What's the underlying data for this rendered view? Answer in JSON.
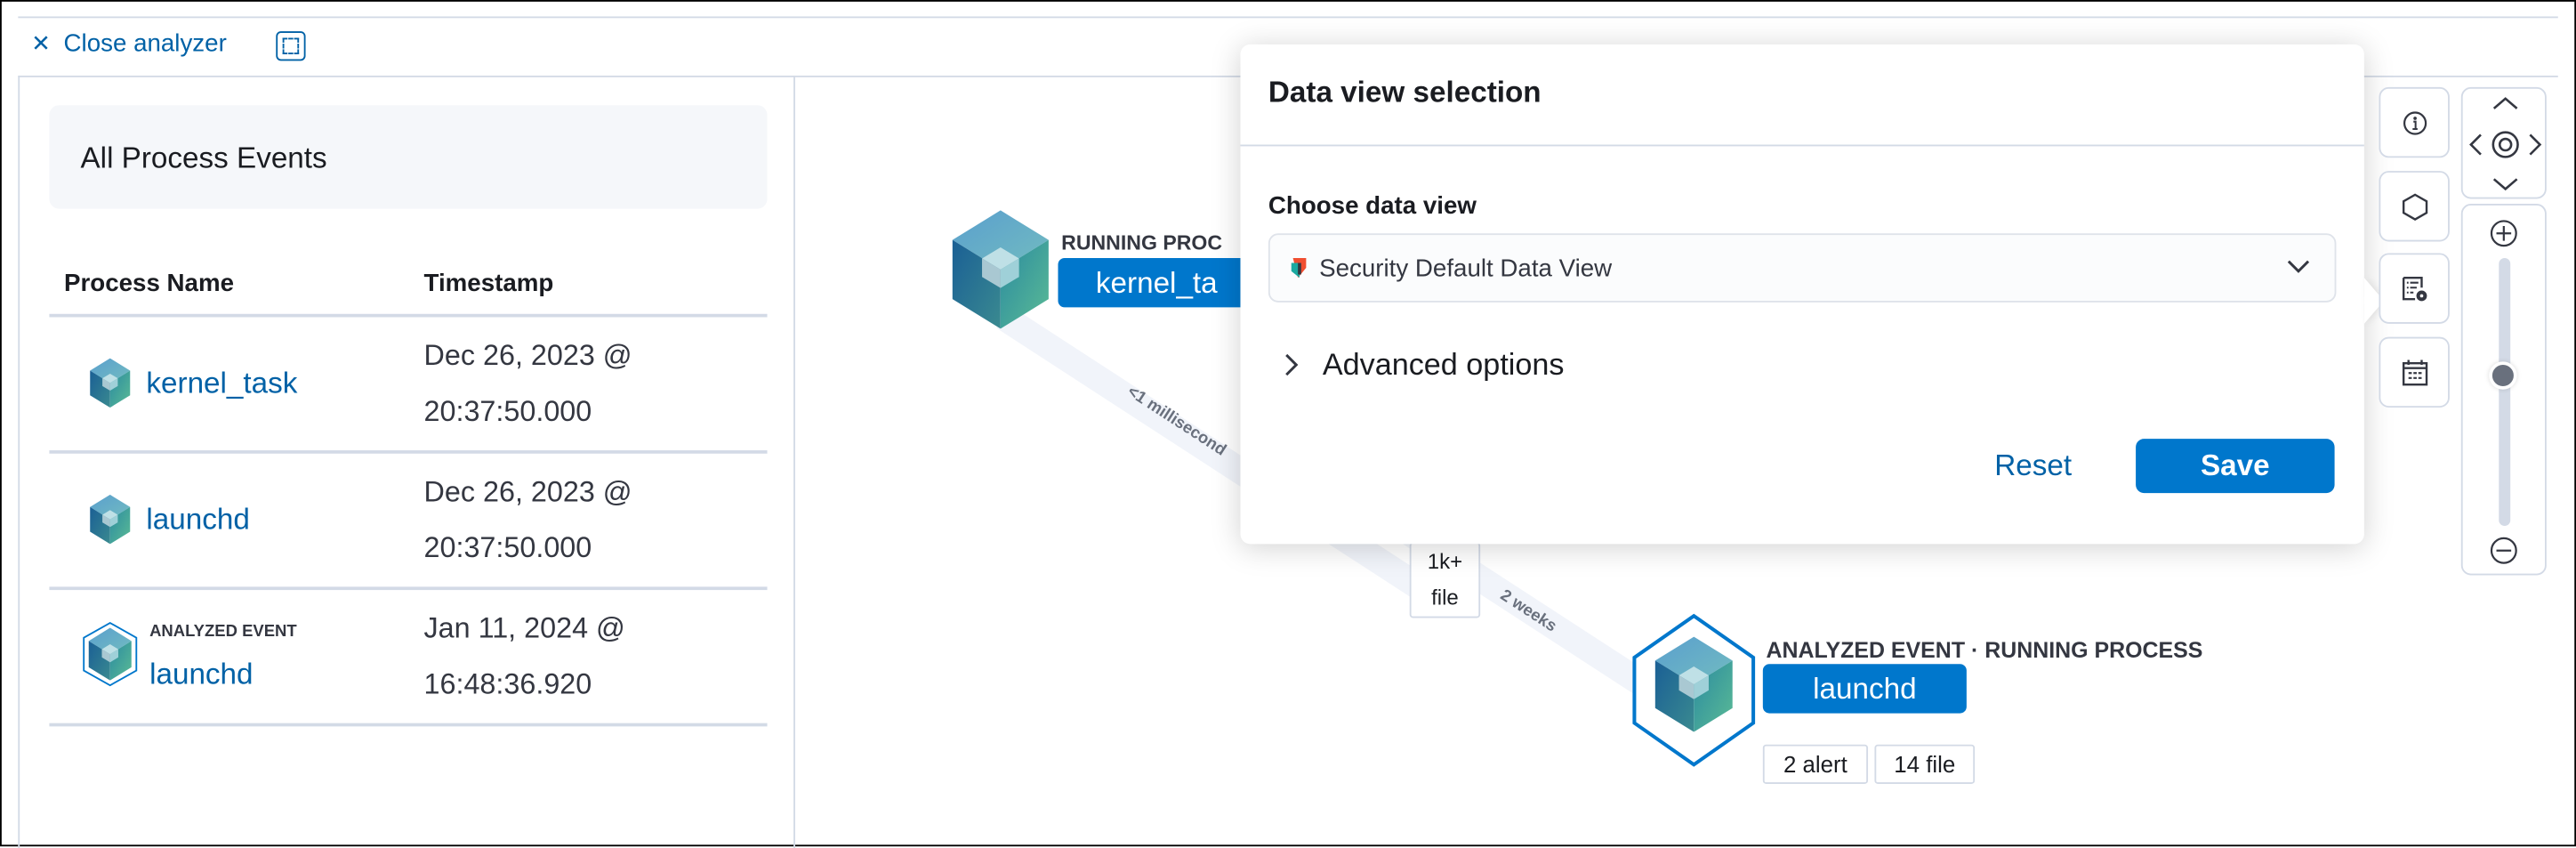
{
  "header": {
    "close_label": "Close analyzer",
    "close_icon": "cross-icon",
    "fullscreen_icon": "fullscreen-icon"
  },
  "left_panel": {
    "title": "All Process Events",
    "columns": [
      "Process Name",
      "Timestamp"
    ],
    "rows": [
      {
        "name": "kernel_task",
        "tag": "",
        "date": "Dec 26, 2023 @",
        "time": "20:37:50.000",
        "analyzed": false
      },
      {
        "name": "launchd",
        "tag": "",
        "date": "Dec 26, 2023 @",
        "time": "20:37:50.000",
        "analyzed": false
      },
      {
        "name": "launchd",
        "tag": "ANALYZED EVENT",
        "date": "Jan 11, 2024 @",
        "time": "16:48:36.920",
        "analyzed": true
      }
    ]
  },
  "graph": {
    "nodes": [
      {
        "label": "RUNNING PROC",
        "name": "kernel_ta"
      },
      {
        "label": "ANALYZED EVENT · RUNNING PROCESS",
        "name": "launchd",
        "badges": [
          "2 alert",
          "14 file"
        ]
      }
    ],
    "edges": [
      {
        "label": "<1 millisecond"
      },
      {
        "label": "2 weeks"
      }
    ],
    "edge_badge": "1k+ file"
  },
  "popover": {
    "title": "Data view selection",
    "field_label": "Choose data view",
    "selected": "Security Default Data View",
    "advanced": "Advanced options",
    "reset": "Reset",
    "save": "Save"
  },
  "controls": {
    "icons": [
      "info-icon",
      "hexagon-icon",
      "data-view-settings-icon",
      "calendar-icon"
    ],
    "zoom_level": 0.56
  },
  "colors": {
    "accent": "#0077cc",
    "link": "#0061a6",
    "border": "#d3dae6"
  }
}
